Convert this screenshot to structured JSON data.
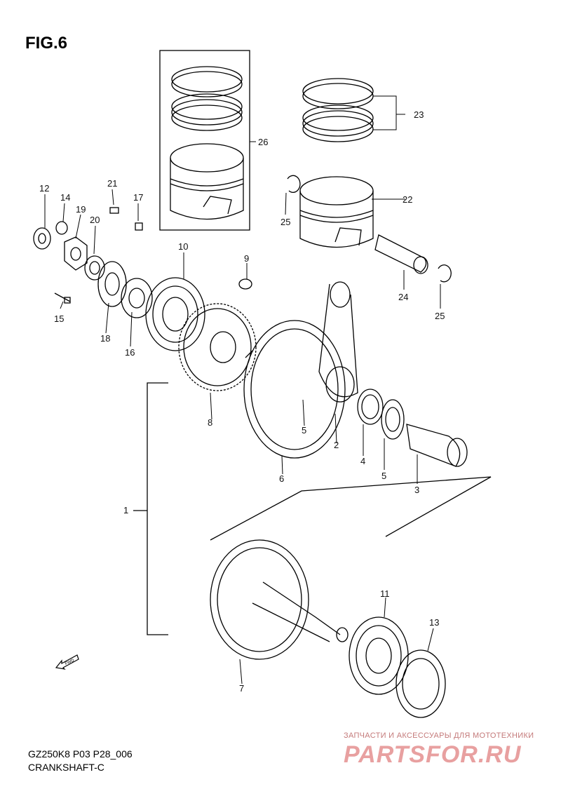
{
  "figure": {
    "title": "FIG.6"
  },
  "parts": [
    {
      "num": "1"
    },
    {
      "num": "2"
    },
    {
      "num": "3"
    },
    {
      "num": "4"
    },
    {
      "num": "5"
    },
    {
      "num": "5"
    },
    {
      "num": "6"
    },
    {
      "num": "7"
    },
    {
      "num": "8"
    },
    {
      "num": "9"
    },
    {
      "num": "10"
    },
    {
      "num": "11"
    },
    {
      "num": "12"
    },
    {
      "num": "13"
    },
    {
      "num": "14"
    },
    {
      "num": "15"
    },
    {
      "num": "16"
    },
    {
      "num": "17"
    },
    {
      "num": "18"
    },
    {
      "num": "19"
    },
    {
      "num": "20"
    },
    {
      "num": "21"
    },
    {
      "num": "22"
    },
    {
      "num": "23"
    },
    {
      "num": "24"
    },
    {
      "num": "25"
    },
    {
      "num": "25"
    },
    {
      "num": "26"
    }
  ],
  "footer": {
    "code": "GZ250K8 P03 P28_006",
    "name": "CRANKSHAFT-C"
  },
  "fwd_label": "FWD",
  "watermark": {
    "tagline": "ЗАПЧАСТИ И АКСЕССУАРЫ ДЛЯ МОТОТЕХНИКИ",
    "logo": "PARTSFOR.RU"
  },
  "colors": {
    "line": "#000000",
    "watermark": "#e8a0a0"
  }
}
